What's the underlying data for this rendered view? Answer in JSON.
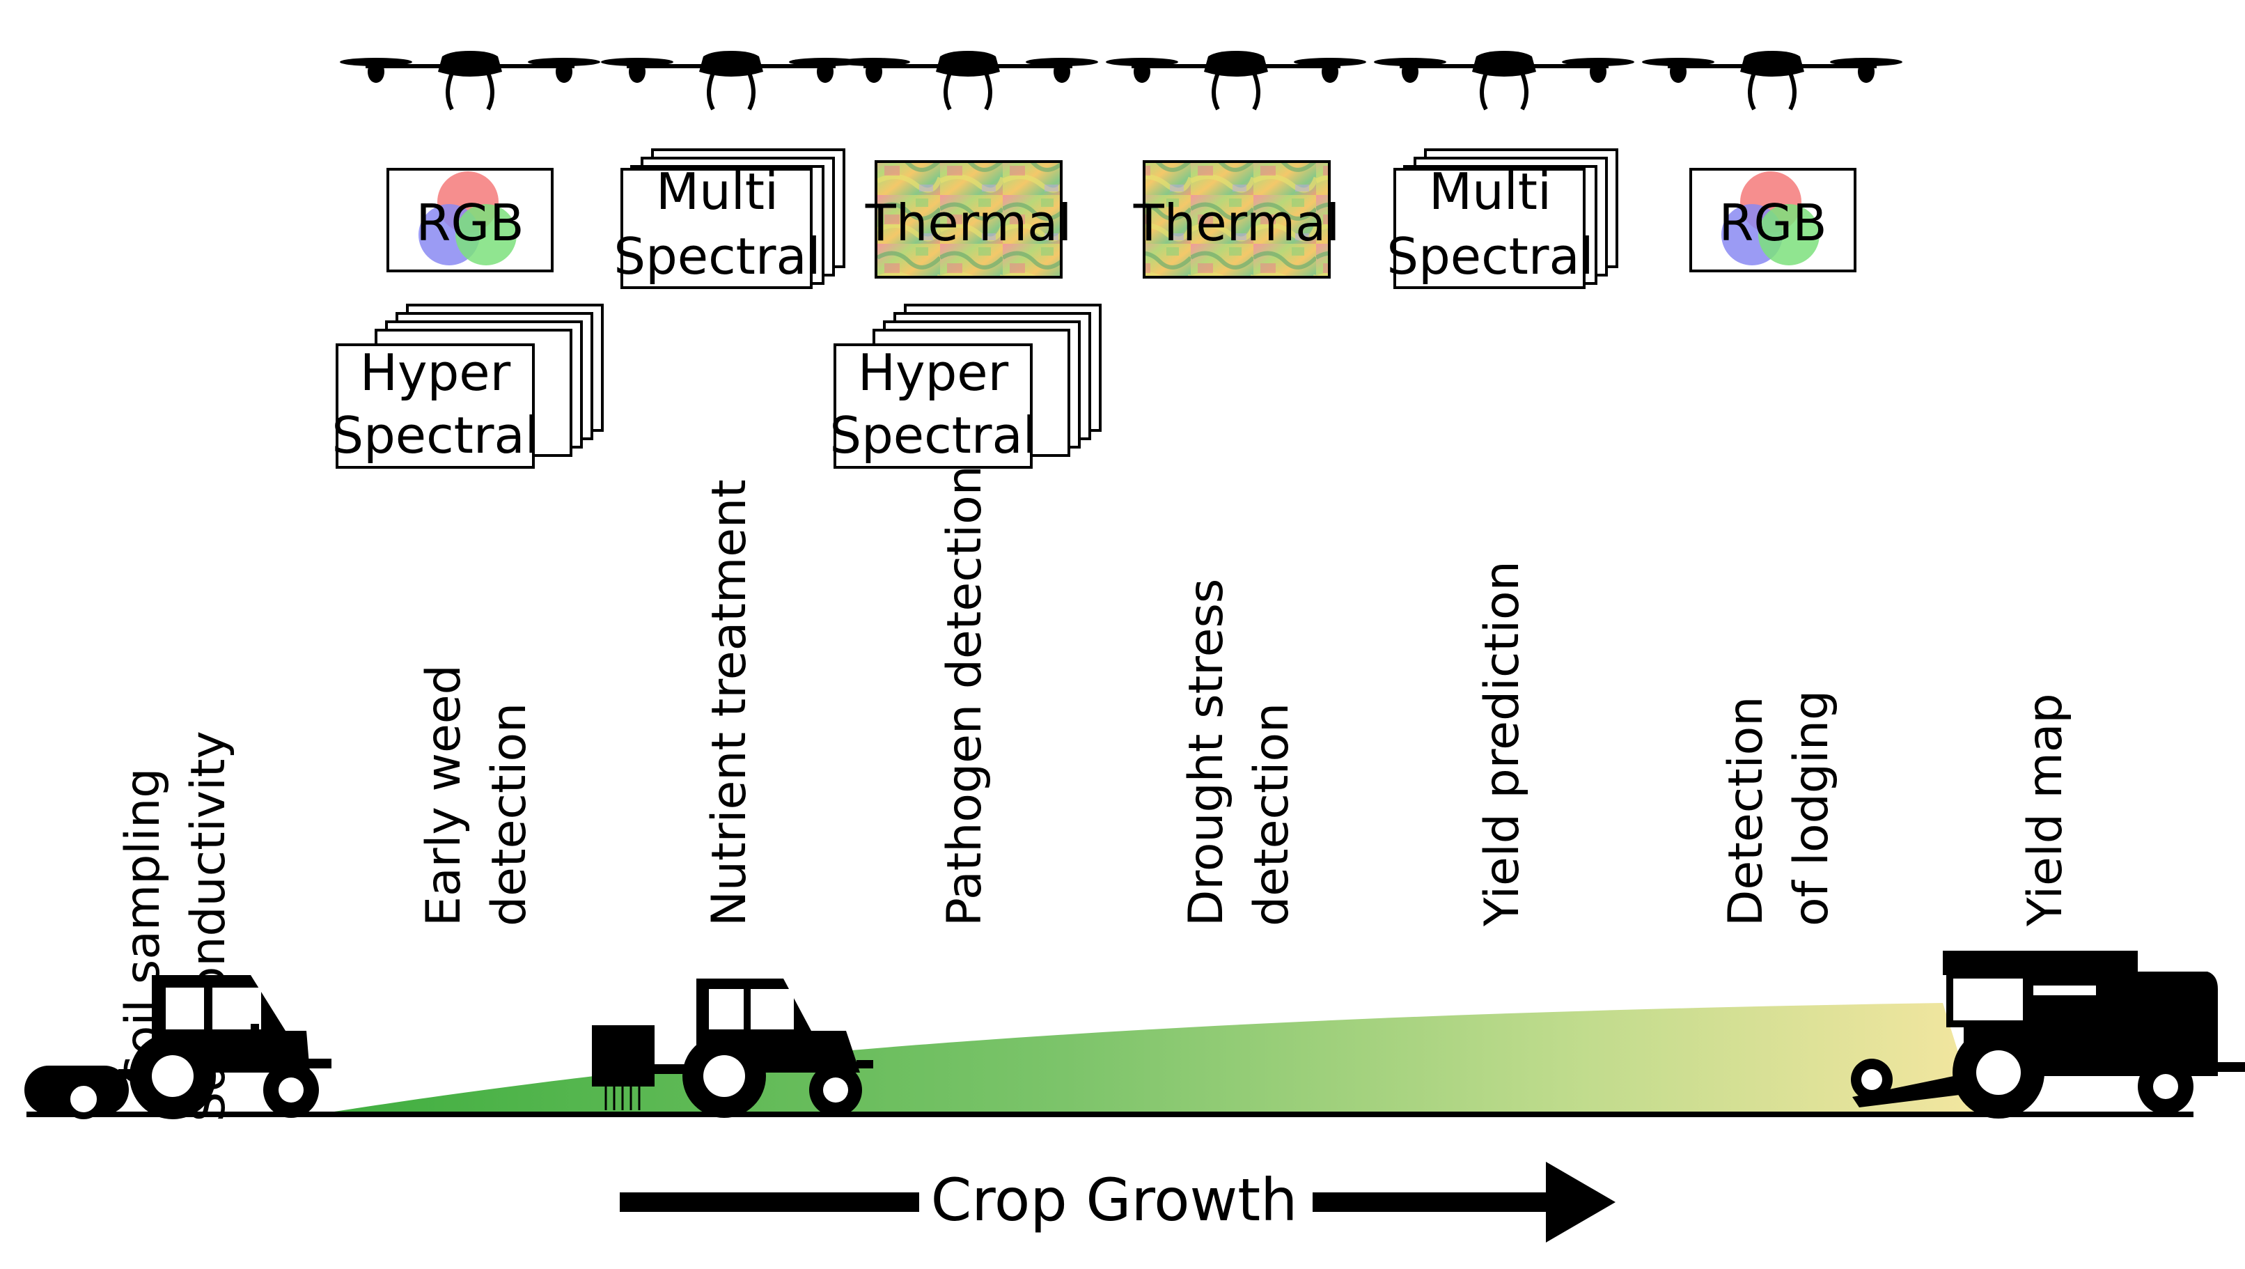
{
  "sensors": {
    "rgb": "RGB",
    "multi_line1": "Multi",
    "multi_line2": "Spectral",
    "thermal": "Thermal",
    "hyper_line1": "Hyper",
    "hyper_line2": "Spectral"
  },
  "stages": [
    {
      "line1": "Soil sampling",
      "line2": "Soil conductivity"
    },
    {
      "line1": "Early weed",
      "line2": "detection"
    },
    {
      "line1": "Nutrient treatment",
      "line2": ""
    },
    {
      "line1": "Pathogen detection",
      "line2": ""
    },
    {
      "line1": "Drought stress",
      "line2": "detection"
    },
    {
      "line1": "Yield prediction",
      "line2": ""
    },
    {
      "line1": "Detection",
      "line2": "of lodging"
    },
    {
      "line1": "Yield map",
      "line2": ""
    }
  ],
  "growth_label": "Crop Growth",
  "colors": {
    "growth_dark": "#3fae3f",
    "growth_light": "#f3e6a0",
    "rgb_red": "#f47a7a",
    "rgb_green": "#7ce07c",
    "rgb_blue": "#8a8af2",
    "machinery": "#000000"
  }
}
